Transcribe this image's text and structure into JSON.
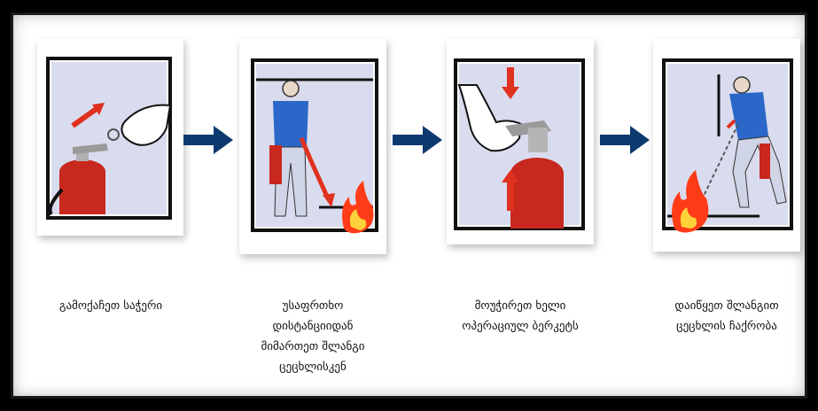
{
  "steps": [
    {
      "caption_lines": [
        "გამოქაჩეთ საჭერი"
      ]
    },
    {
      "caption_lines": [
        "უსაფრთხო",
        "დისტანციიდან",
        "მიმართეთ შლანგი",
        "ცეცხლისკენ"
      ]
    },
    {
      "caption_lines": [
        "მოუჭირეთ ხელი",
        "ოპერაციულ ბერკეტს"
      ]
    },
    {
      "caption_lines": [
        "დაიწყეთ შლანგით",
        "ცეცხლის ჩაქრობა"
      ]
    }
  ],
  "icons": [
    "next-step-arrow-icon"
  ],
  "colors": {
    "navy": "#0d3a6e",
    "extinguisher_red": "#c8281e",
    "arrow_red": "#e0301e",
    "shirt_blue": "#2a67c8"
  }
}
